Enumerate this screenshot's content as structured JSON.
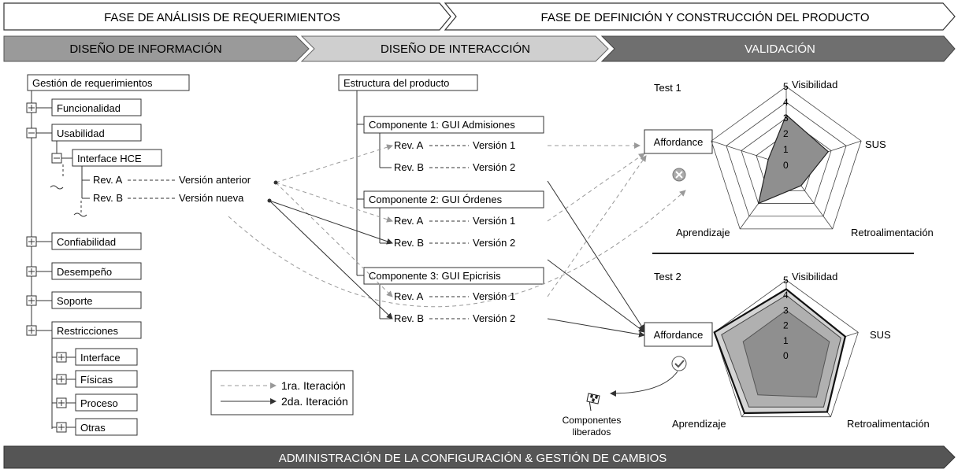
{
  "phases": {
    "left": "FASE DE ANÁLISIS DE REQUERIMIENTOS",
    "right": "FASE DE DEFINICIÓN Y CONSTRUCCIÓN DEL PRODUCTO"
  },
  "stages": {
    "s1": "DISEÑO DE INFORMACIÓN",
    "s2": "DISEÑO DE INTERACCIÓN",
    "s3": "VALIDACIÓN"
  },
  "requirements": {
    "root": "Gestión de requerimientos",
    "funcionalidad": "Funcionalidad",
    "usabilidad": "Usabilidad",
    "interface_hce": "Interface HCE",
    "rev_a": "Rev. A",
    "rev_b": "Rev. B",
    "version_anterior": "Versión anterior",
    "version_nueva": "Versión nueva",
    "confiabilidad": "Confiabilidad",
    "desempeno": "Desempeño",
    "soporte": "Soporte",
    "restricciones": "Restricciones",
    "interface": "Interface",
    "fisicas": "Físicas",
    "proceso": "Proceso",
    "otras": "Otras"
  },
  "product": {
    "root": "Estructura del producto",
    "comp1": "Componente 1: GUI Admisiones",
    "comp2": "Componente 2: GUI Órdenes",
    "comp3": "Componente 3: GUI Epicrisis",
    "rev_a": "Rev. A",
    "rev_b": "Rev. B",
    "v1": "Versión 1",
    "v2": "Versión 2"
  },
  "legend": {
    "first": "1ra. Iteración",
    "second": "2da. Iteración"
  },
  "tests": {
    "test1": "Test 1",
    "test2": "Test 2",
    "affordance": "Affordance",
    "visibilidad": "Visibilidad",
    "sus": "SUS",
    "retro": "Retroalimentación",
    "aprendizaje": "Aprendizaje",
    "scale": [
      "0",
      "1",
      "2",
      "3",
      "4",
      "5"
    ],
    "released": "Componentes",
    "released2": "liberados"
  },
  "footer": "ADMINISTRACIÓN DE LA CONFIGURACIÓN & GESTIÓN DE CAMBIOS",
  "chart_data": [
    {
      "type": "radar",
      "title": "Test 1",
      "axes": [
        "Visibilidad",
        "SUS",
        "Retroalimentación",
        "Aprendizaje",
        "Affordance"
      ],
      "range": [
        0,
        5
      ],
      "series": [
        {
          "values": [
            3.2,
            2.8,
            1.6,
            3.0,
            1.2
          ]
        }
      ]
    },
    {
      "type": "radar",
      "title": "Test 2",
      "axes": [
        "Visibilidad",
        "SUS",
        "Retroalimentación",
        "Aprendizaje",
        "Affordance"
      ],
      "range": [
        0,
        5
      ],
      "series": [
        {
          "values": [
            4.4,
            4.1,
            4.6,
            4.7,
            5.0
          ]
        },
        {
          "values": [
            4.0,
            3.8,
            4.2,
            4.2,
            4.5
          ]
        },
        {
          "values": [
            3.0,
            3.0,
            3.4,
            3.2,
            3.0
          ]
        }
      ]
    }
  ]
}
